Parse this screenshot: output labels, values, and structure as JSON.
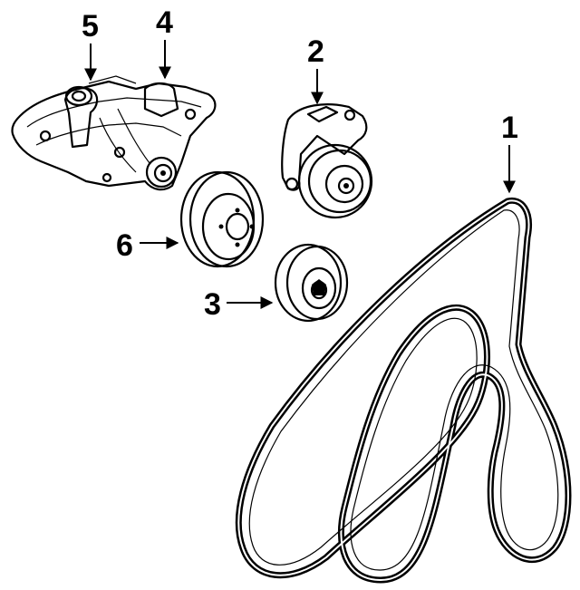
{
  "callouts": [
    {
      "number": "1",
      "part": "serpentine-belt"
    },
    {
      "number": "2",
      "part": "belt-tensioner"
    },
    {
      "number": "3",
      "part": "idler-pulley"
    },
    {
      "number": "4",
      "part": "water-pump"
    },
    {
      "number": "5",
      "part": "water-pump-gasket"
    },
    {
      "number": "6",
      "part": "water-pump-pulley"
    }
  ],
  "colors": {
    "ink": "#000000",
    "background": "#ffffff"
  }
}
